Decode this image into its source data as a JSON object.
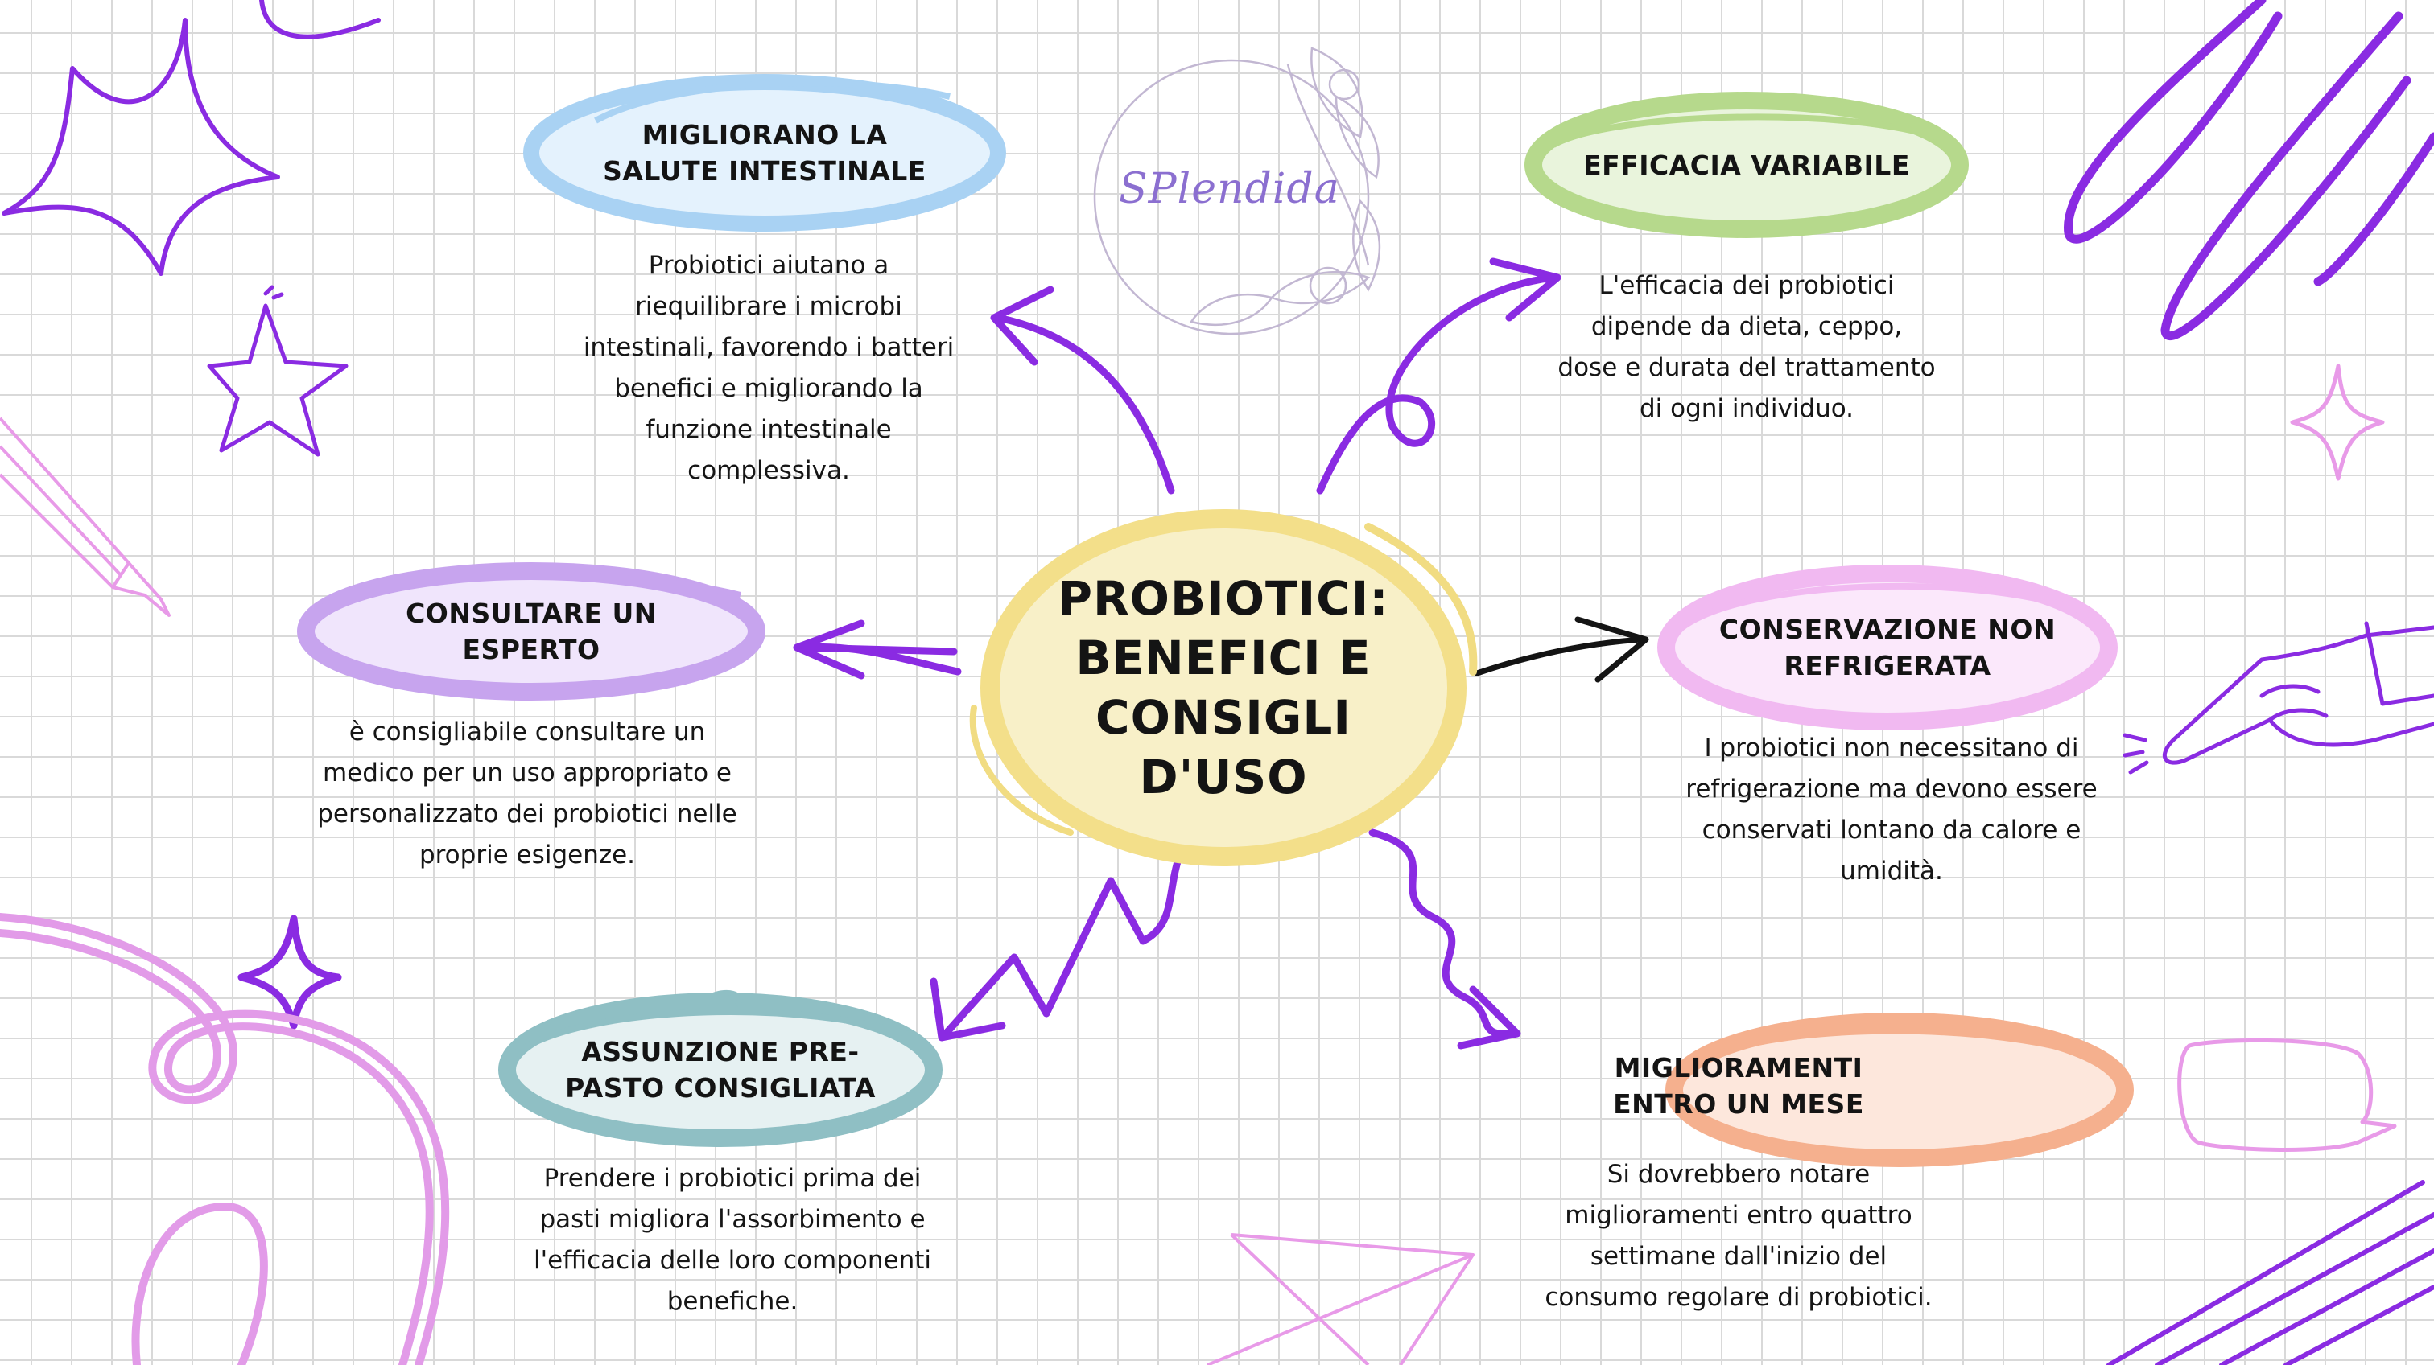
{
  "logo": {
    "text": "SPlendida"
  },
  "center": {
    "title": "PROBIOTICI: BENEFICI E CONSIGLI D'USO",
    "color": "#f3df8a"
  },
  "branches": [
    {
      "id": "intestinal",
      "title": "Migliorano la salute intestinale",
      "description": "Probiotici aiutano a riequilibrare i microbi intestinali, favorendo i batteri benefici e migliorando la funzione intestinale complessiva.",
      "color": "#a9d2f3"
    },
    {
      "id": "efficacy",
      "title": "Efficacia variabile",
      "description": "L'efficacia dei probiotici dipende da dieta, ceppo, dose e durata del trattamento di ogni individuo.",
      "color": "#b6d98c"
    },
    {
      "id": "expert",
      "title": "Consultare un esperto",
      "description": "è consigliabile consultare un medico per un uso appropriato e personalizzato dei probiotici nelle proprie esigenze.",
      "color": "#c7a4ee"
    },
    {
      "id": "storage",
      "title": "Conservazione non refrigerata",
      "description": "I probiotici non necessitano di refrigerazione ma devono essere conservati lontano da calore e umidità.",
      "color": "#f1b9f1"
    },
    {
      "id": "premeal",
      "title": "Assunzione pre-pasto consigliata",
      "description": "Prendere i probiotici prima dei pasti migliora l'assorbimento e l'efficacia delle loro componenti benefiche.",
      "color": "#8fbfc4"
    },
    {
      "id": "month",
      "title": "Miglioramenti entro un mese",
      "description": "Si dovrebbero notare miglioramenti entro quattro settimane dall'inizio del consumo regolare di probiotici.",
      "color": "#f5b08e"
    }
  ],
  "accent_color": "#8a2be2",
  "icons": [
    "star-icon",
    "sparkle-icon",
    "pencil-icon",
    "pointing-hand-icon",
    "speech-bubble-icon",
    "scribble-icon",
    "floral-wreath-icon",
    "arrow-icon"
  ]
}
